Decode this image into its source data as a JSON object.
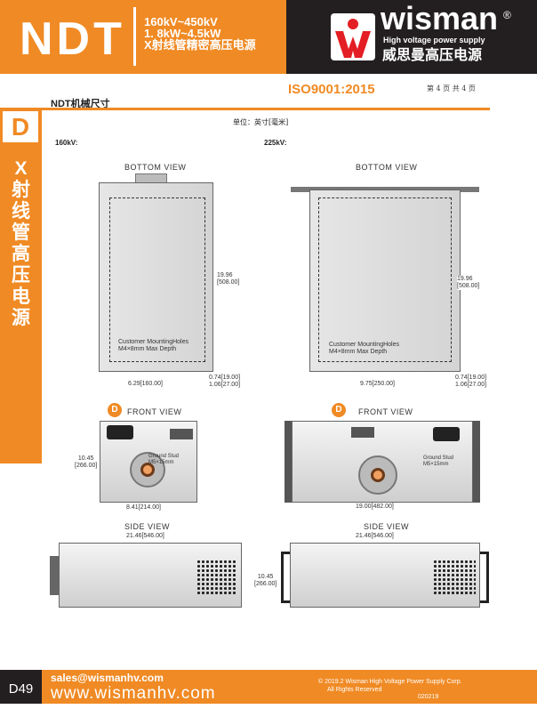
{
  "header": {
    "product": "NDT",
    "spec_lines": [
      "160kV~450kV",
      "1. 8kW~4.5kW",
      "X射线管精密高压电源"
    ],
    "brand": "wisman",
    "registered": "®",
    "tagline": "High voltage power supply",
    "brand_cn": "威思曼高压电源"
  },
  "iso": "ISO9001:2015",
  "page_info": "第 4 页  共 4 页",
  "section_title": "NDT机械尺寸",
  "sidebar": {
    "letter": "D",
    "vertical_text": "X射线管高压电源"
  },
  "unit": "单位：英寸[毫米]",
  "models": [
    {
      "label": "160kV:",
      "bottom_title": "BOTTOM VIEW",
      "depth": "19.96",
      "depth_mm": "[508.00]",
      "mount_1": "Customer MountingHoles",
      "mount_2": "M4×8mm Max Depth",
      "width": "6.29[160.00]",
      "foot1": "0.74[19.00]",
      "foot2": "1.06[27.00]",
      "front_title": "FRONT  VIEW",
      "height": "10.45",
      "height_mm": "[266.00]",
      "front_width": "8.41[214.00]",
      "ground_1": "Ground Stud",
      "ground_2": "M5×15mm",
      "side_title": "SIDE VIEW",
      "side_len": "21.46[546.00]"
    },
    {
      "label": "225kV:",
      "bottom_title": "BOTTOM VIEW",
      "depth": "19.96",
      "depth_mm": "[508.00]",
      "mount_1": "Customer MountingHoles",
      "mount_2": "M4×8mm Max Depth",
      "width": "9.75[250.00]",
      "foot1": "0.74[19.00]",
      "foot2": "1.06[27.00]",
      "front_title": "FRONT  VIEW",
      "height": "10.45",
      "height_mm": "[266.00]",
      "front_width": "19.00[482.00]",
      "ground_1": "Ground Stud",
      "ground_2": "M5×15mm",
      "side_title": "SIDE VIEW",
      "side_len": "21.46[546.00]"
    }
  ],
  "front_badge": "D",
  "footer": {
    "page_code": "D49",
    "email": "sales@wismanhv.com",
    "website": "www.wismanhv.com",
    "copyright": "© 2019.2 Wisman High Voltage Power Supply Corp.",
    "rights": "All Rights Reserved",
    "code": "020219"
  }
}
